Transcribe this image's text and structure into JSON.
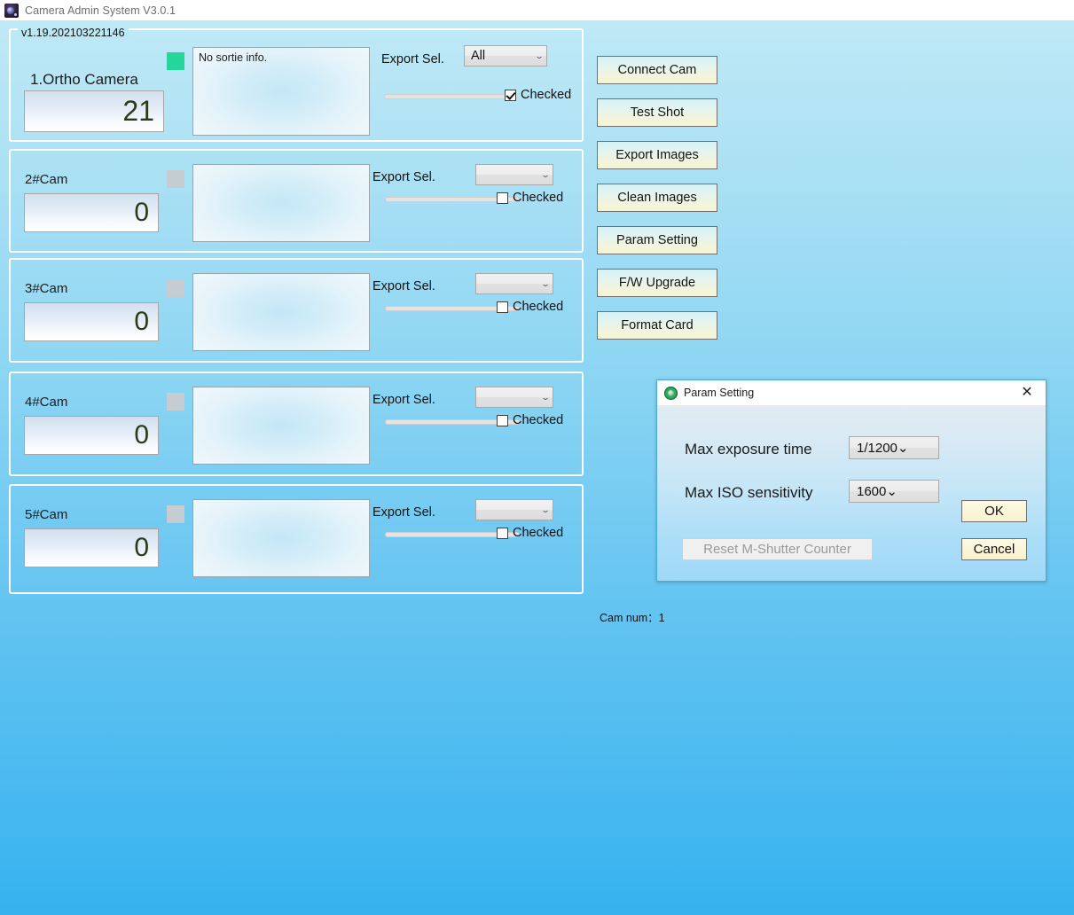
{
  "window": {
    "title": "Camera Admin System V3.0.1",
    "icon": "camera-app-icon"
  },
  "version_label": "v1.19.202103221146",
  "status_footer": "Cam num：1",
  "export_label": "Export Sel.",
  "checked_label": "Checked",
  "colors": {
    "indicator_on": "#25d69c",
    "indicator_off": "#c6cdd2",
    "button_face_top": "#d6f2f6",
    "button_face_bottom": "#f7f5cf",
    "background_top": "#bfe9f6",
    "background_bottom": "#36b2ef"
  },
  "cameras": [
    {
      "name": "1.Ortho Camera",
      "counter": "21",
      "indicator": "on",
      "preview_text": "No sortie info.",
      "export_value": "All",
      "checked": true,
      "progress": 0
    },
    {
      "name": "2#Cam",
      "counter": "0",
      "indicator": "off",
      "preview_text": "",
      "export_value": "",
      "checked": false,
      "progress": 0
    },
    {
      "name": "3#Cam",
      "counter": "0",
      "indicator": "off",
      "preview_text": "",
      "export_value": "",
      "checked": false,
      "progress": 0
    },
    {
      "name": "4#Cam",
      "counter": "0",
      "indicator": "off",
      "preview_text": "",
      "export_value": "",
      "checked": false,
      "progress": 0
    },
    {
      "name": "5#Cam",
      "counter": "0",
      "indicator": "off",
      "preview_text": "",
      "export_value": "",
      "checked": false,
      "progress": 0
    }
  ],
  "actions": [
    {
      "label": "Connect Cam"
    },
    {
      "label": "Test Shot"
    },
    {
      "label": "Export Images"
    },
    {
      "label": "Clean Images"
    },
    {
      "label": "Param Setting"
    },
    {
      "label": "F/W Upgrade"
    },
    {
      "label": "Format Card"
    }
  ],
  "dialog": {
    "title": "Param Setting",
    "icon": "green-camera-icon",
    "close_glyph": "✕",
    "fields": [
      {
        "label": "Max exposure time",
        "value": "1/1200"
      },
      {
        "label": "Max ISO sensitivity",
        "value": "1600"
      }
    ],
    "reset_button": {
      "label": "Reset M-Shutter Counter",
      "enabled": false
    },
    "ok_button": "OK",
    "cancel_button": "Cancel"
  }
}
